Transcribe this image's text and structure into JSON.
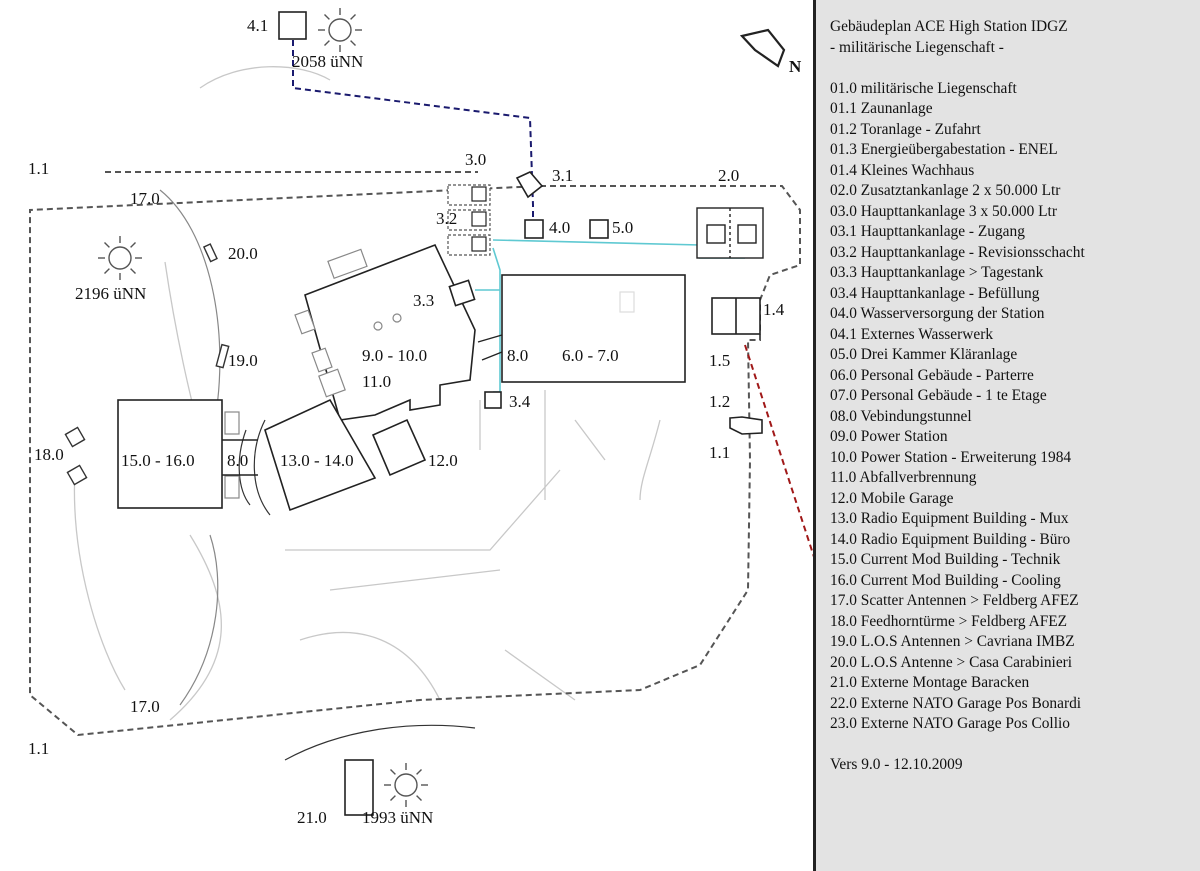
{
  "legend": {
    "title": "Gebäudeplan ACE High Station IDGZ",
    "subtitle": "- militärische Liegenschaft -",
    "items": [
      "01.0 militärische Liegenschaft",
      "01.1 Zaunanlage",
      "01.2 Toranlage - Zufahrt",
      "01.3 Energieübergabestation - ENEL",
      "01.4 Kleines Wachhaus",
      "02.0 Zusatztankanlage 2 x 50.000 Ltr",
      "03.0 Haupttankanlage  3 x 50.000 Ltr",
      "03.1 Haupttankanlage - Zugang",
      "03.2 Haupttankanlage - Revisionsschacht",
      "03.3 Haupttankanlage > Tagestank",
      "03.4 Haupttankanlage - Befüllung",
      "04.0 Wasserversorgung der Station",
      "04.1 Externes Wasserwerk",
      "05.0 Drei Kammer Kläranlage",
      "06.0 Personal Gebäude - Parterre",
      "07.0 Personal Gebäude - 1 te Etage",
      "08.0 Vebindungstunnel",
      "09.0 Power Station",
      "10.0 Power Station - Erweiterung 1984",
      "11.0 Abfallverbrennung",
      "12.0 Mobile Garage",
      "13.0 Radio Equipment Building - Mux",
      "14.0 Radio Equipment Building - Büro",
      "15.0 Current Mod Building - Technik",
      "16.0 Current Mod Building - Cooling",
      "17.0 Scatter Antennen > Feldberg AFEZ",
      "18.0 Feedhorntürme > Feldberg AFEZ",
      "19.0 L.O.S Antennen > Cavriana IMBZ",
      "20.0 L.O.S Antenne > Casa Carabinieri",
      "21.0 Externe Montage Baracken",
      "22.0 Externe NATO Garage Pos Bonardi",
      "23.0 Externe NATO Garage Pos Collio"
    ],
    "version": "Vers 9.0 - 12.10.2009"
  },
  "plan": {
    "north": "N",
    "elevations": {
      "top": "2058 üNN",
      "left": "2196 üNN",
      "bottom": "1993 üNN"
    },
    "labels": {
      "l41": "4.1",
      "l11a": "1.1",
      "l11b": "1.1",
      "l11c": "1.1",
      "l30": "3.0",
      "l31": "3.1",
      "l20": "2.0",
      "l32": "3.2",
      "l40": "4.0",
      "l50": "5.0",
      "l170a": "17.0",
      "l170b": "17.0",
      "l200": "20.0",
      "l33": "3.3",
      "l14": "1.4",
      "l910": "9.0 - 10.0",
      "l80a": "8.0",
      "l6070": "6.0 - 7.0",
      "l15": "1.5",
      "l190": "19.0",
      "l110": "11.0",
      "l34": "3.4",
      "l12": "1.2",
      "l180": "18.0",
      "l1516": "15.0 - 16.0",
      "l80b": "8.0",
      "l1314": "13.0 - 14.0",
      "l120": "12.0",
      "l210": "21.0"
    }
  },
  "colors": {
    "outline": "#222222",
    "fence": "#555555",
    "water": "#1a1a6e",
    "cyan_pipe": "#5fc9d2",
    "ground_line": "#c8c8c8",
    "enel_line": "#a01818",
    "legend_bg": "#e3e3e3"
  },
  "icons": {
    "sun": "sun-icon",
    "north": "north-arrow-icon"
  }
}
